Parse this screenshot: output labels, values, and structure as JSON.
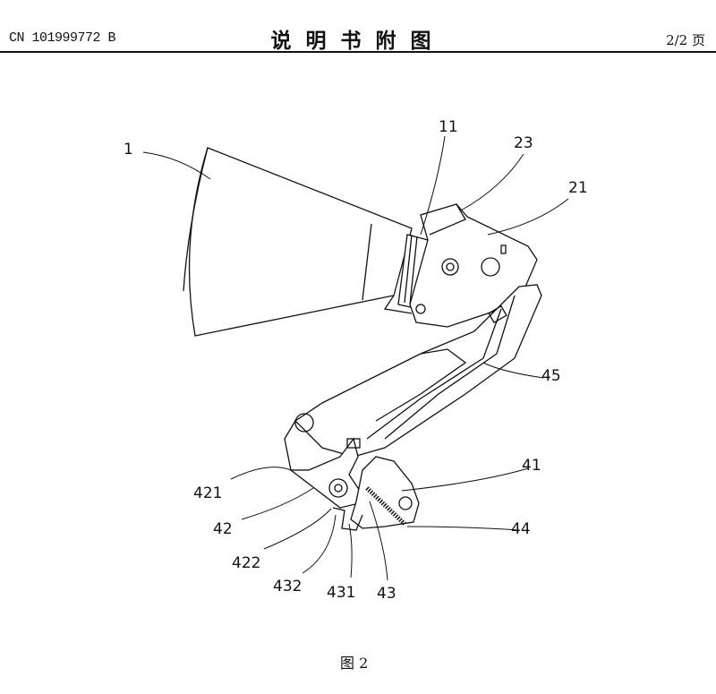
{
  "header": {
    "patent_number": "CN 101999772 B",
    "title": "说明书附图",
    "page": "2/2 页"
  },
  "figure": {
    "caption": "图 2",
    "labels": [
      "1",
      "11",
      "23",
      "21",
      "45",
      "41",
      "421",
      "42",
      "44",
      "422",
      "432",
      "431",
      "43"
    ]
  }
}
